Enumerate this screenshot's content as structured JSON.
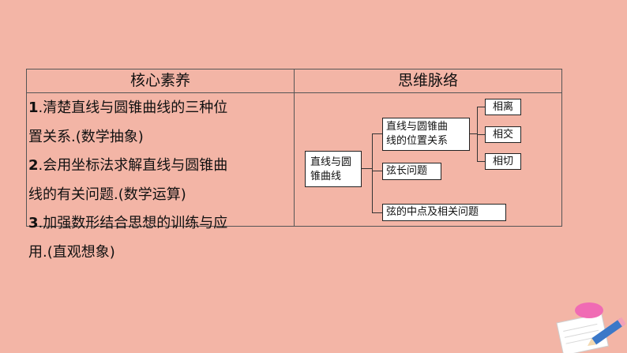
{
  "table": {
    "header_left": "核心素养",
    "header_right": "思维脉络",
    "lines": [
      {
        "num": "1",
        "text": ".清楚直线与圆锥曲线的三种位"
      },
      {
        "num": "",
        "text": "置关系.(数学抽象)"
      },
      {
        "num": "2",
        "text": ".会用坐标法求解直线与圆锥曲"
      },
      {
        "num": "",
        "text": "线的有关问题.(数学运算)"
      },
      {
        "num": "3",
        "text": ".加强数形结合思想的训练与应"
      },
      {
        "num": "",
        "text": "用.(直观想象)"
      }
    ]
  },
  "diagram": {
    "root_line1": "直线与圆",
    "root_line2": "锥曲线",
    "position_line1": "直线与圆锥曲",
    "position_line2": "线的位置关系",
    "chord_length": "弦长问题",
    "chord_midpoint": "弦的中点及相关问题",
    "separate": "相离",
    "intersect": "相交",
    "tangent": "相切"
  }
}
